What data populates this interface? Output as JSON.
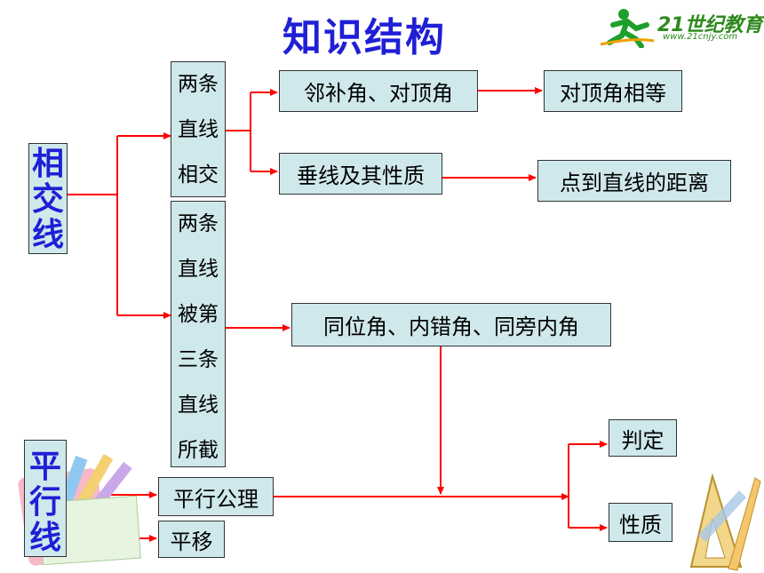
{
  "title": "知识结构",
  "logo": {
    "name": "21世纪教育",
    "url_text": "www.21cnjy.com"
  },
  "nodes": {
    "xiangjiaoxian": "相交线",
    "pingxingxian": "平行线",
    "liangtiao_xiangjiao": [
      "两条",
      "直线",
      "相交"
    ],
    "liangtiao_jiejie": [
      "两条",
      "直线",
      "被第",
      "三条",
      "直线",
      "所截"
    ],
    "linbujiao": "邻补角、对顶角",
    "duidingjiao": "对顶角相等",
    "chuixian": "垂线及其性质",
    "dianjuli": "点到直线的距离",
    "tongweijiao": "同位角、内错角、同旁内角",
    "gongli": "平行公理",
    "pingyi": "平移",
    "panding": "判定",
    "xingzhi": "性质"
  },
  "colors": {
    "title": "#1f1fd6",
    "box_fill": "#cfe8ec",
    "arrow": "#ff0000",
    "main_text": "#1f1fd6"
  }
}
